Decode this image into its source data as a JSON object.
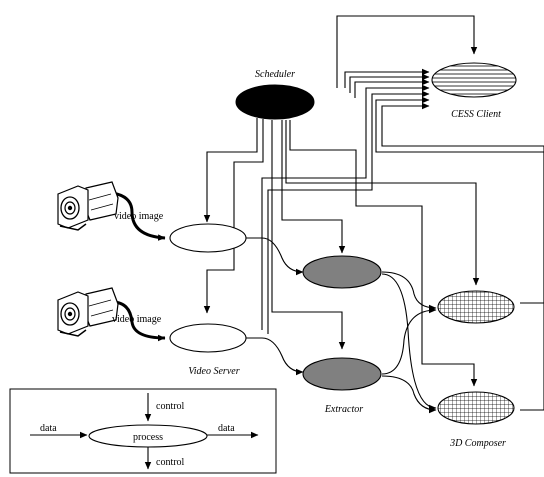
{
  "labels": {
    "scheduler": "Scheduler",
    "cess_client": "CESS Client",
    "video_server": "Video Server",
    "extractor": "Extractor",
    "composer": "3D Composer",
    "video_image_1": "video image",
    "video_image_2": "video image"
  },
  "legend": {
    "control_in": "control",
    "control_out": "control",
    "data_in": "data",
    "data_out": "data",
    "process": "process"
  },
  "colors": {
    "scheduler_fill": "#000000",
    "extractor_fill": "#808080",
    "stroke": "#000000"
  }
}
